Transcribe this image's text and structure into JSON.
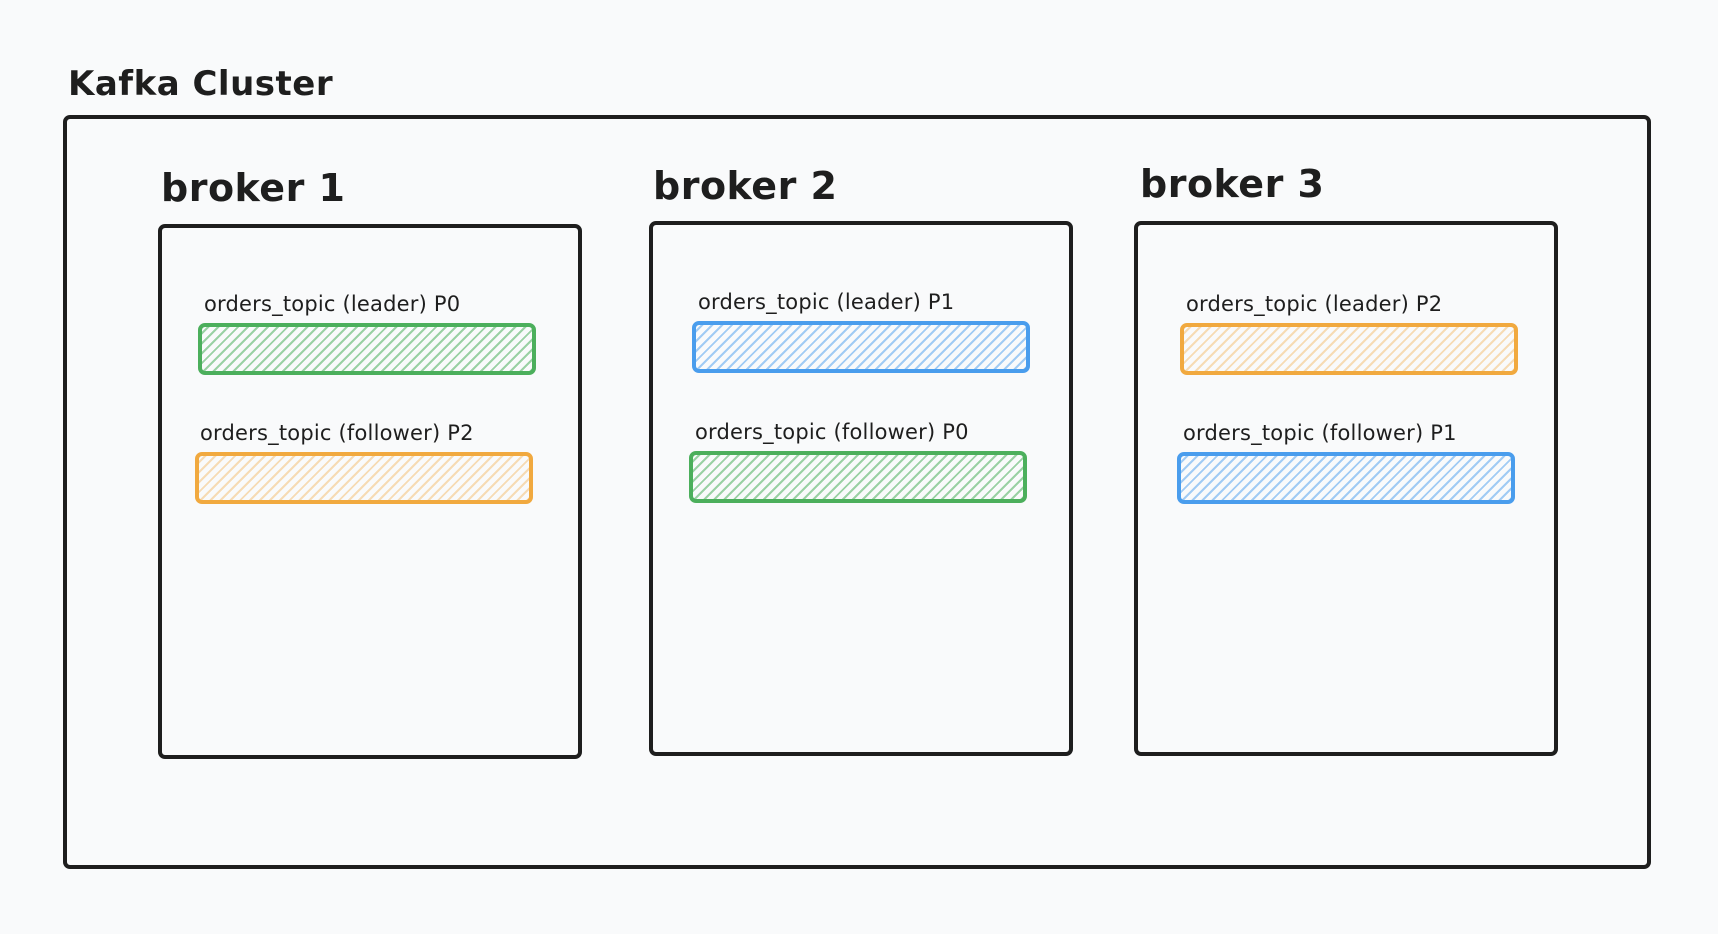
{
  "cluster": {
    "title": "Kafka Cluster"
  },
  "brokers": [
    {
      "title": "broker 1",
      "partitions": [
        {
          "label": "orders_topic (leader) P0",
          "color": "#4caf5c"
        },
        {
          "label": "orders_topic (follower) P2",
          "color": "#f1a93f"
        }
      ]
    },
    {
      "title": "broker 2",
      "partitions": [
        {
          "label": "orders_topic (leader) P1",
          "color": "#4a9ded"
        },
        {
          "label": "orders_topic (follower) P0",
          "color": "#4caf5c"
        }
      ]
    },
    {
      "title": "broker 3",
      "partitions": [
        {
          "label": "orders_topic (leader) P2",
          "color": "#f1a93f"
        },
        {
          "label": "orders_topic (follower) P1",
          "color": "#4a9ded"
        }
      ]
    }
  ]
}
